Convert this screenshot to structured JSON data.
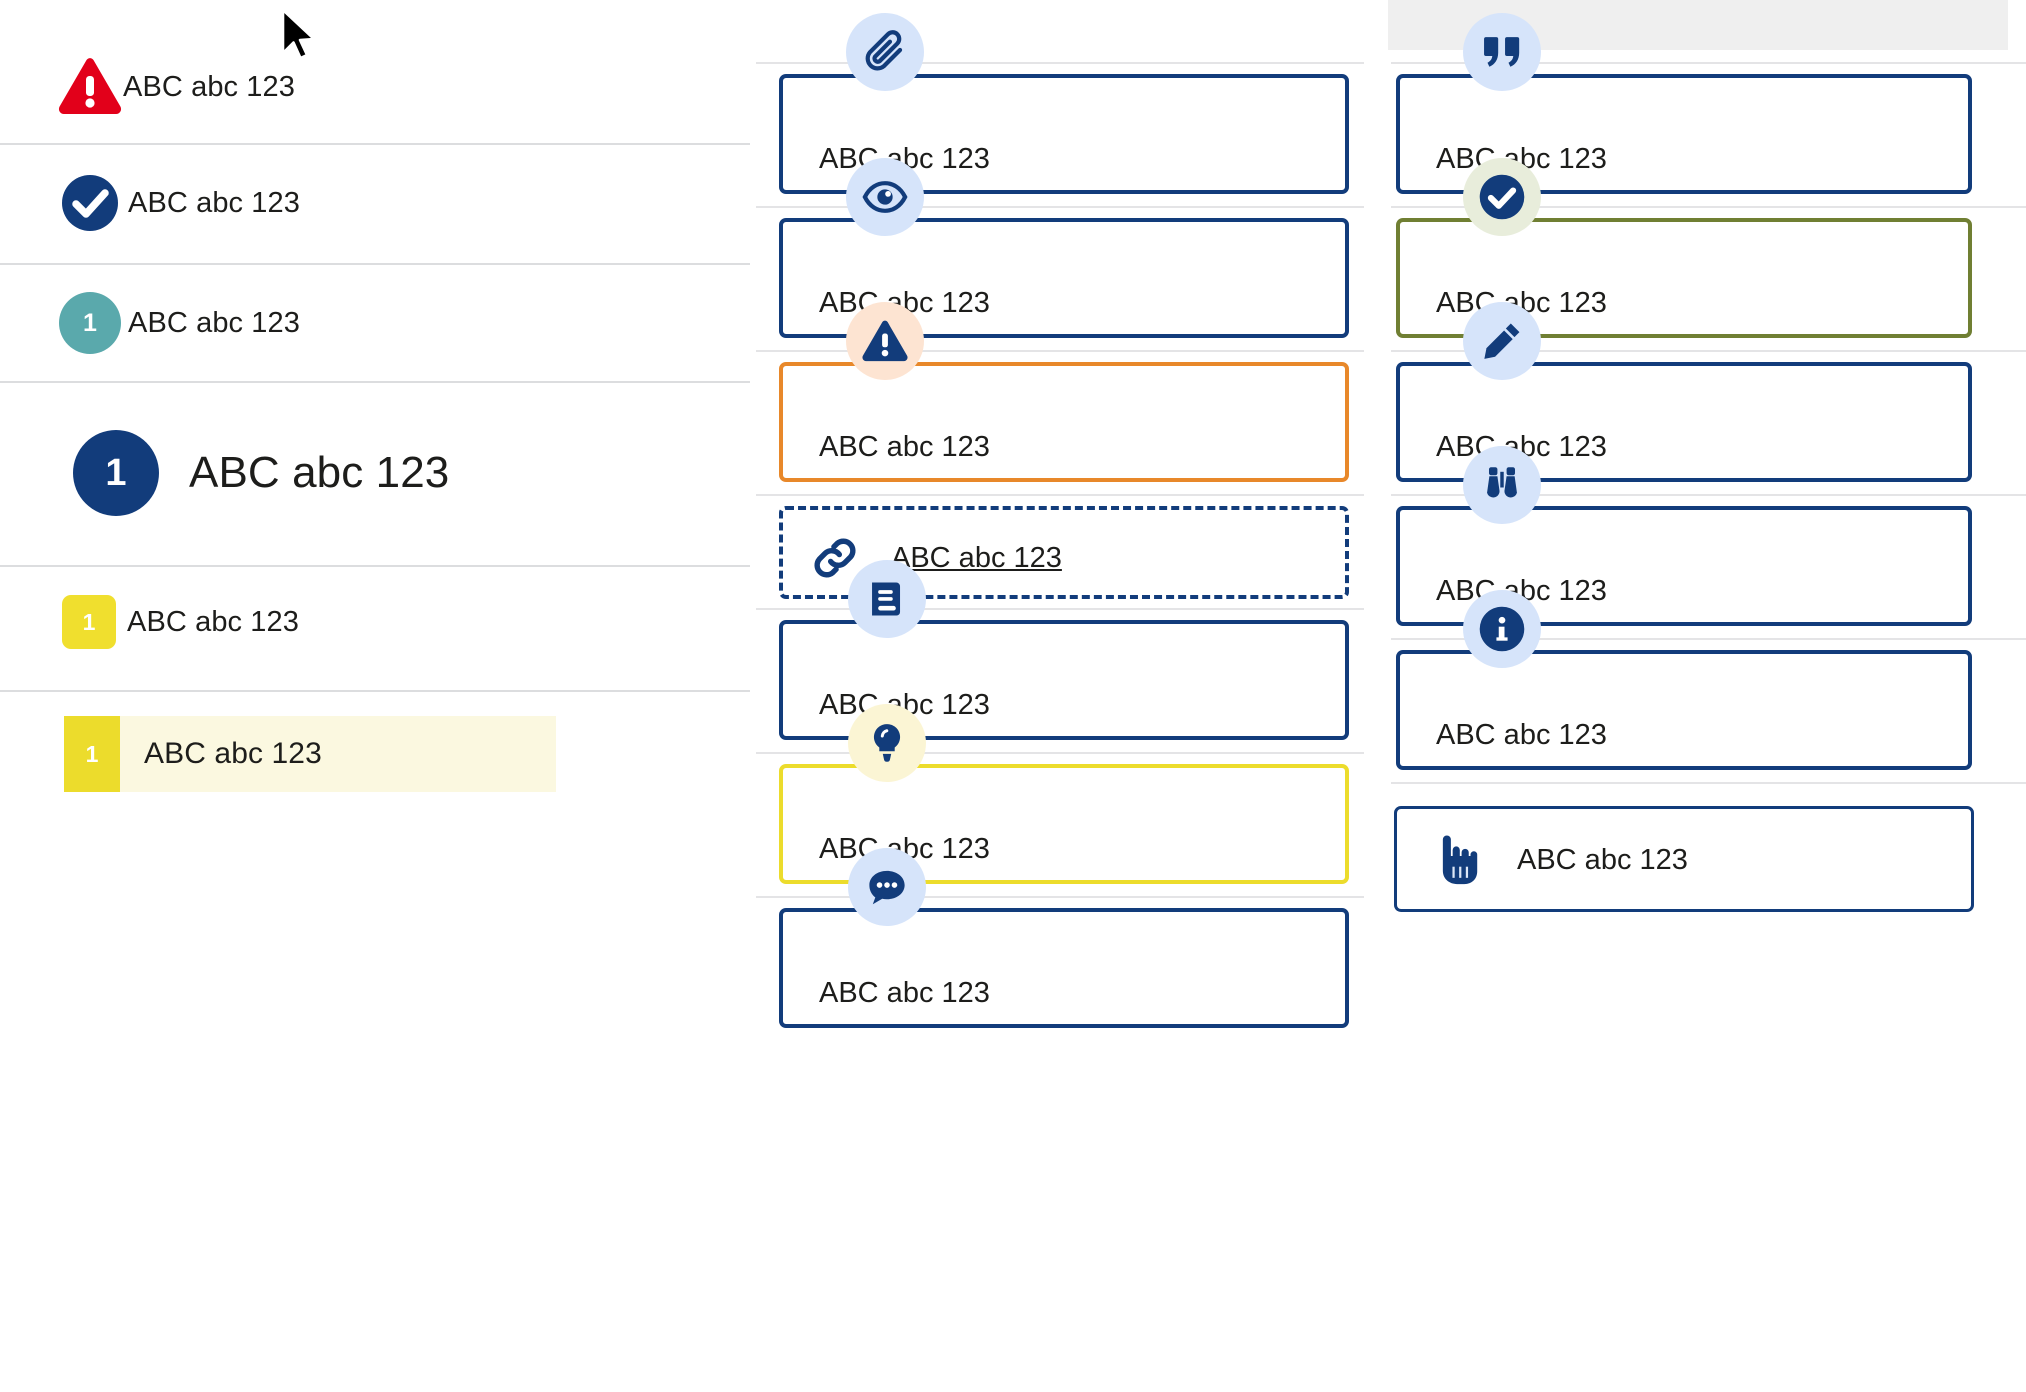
{
  "left_panel": {
    "rows": [
      {
        "label": "ABC abc 123",
        "icon": "warning-triangle-icon",
        "badge_text": ""
      },
      {
        "label": "ABC abc 123",
        "icon": "check-circle-icon",
        "badge_text": ""
      },
      {
        "label": "ABC abc 123",
        "icon": "number-badge-teal",
        "badge_text": "1"
      },
      {
        "label": "ABC abc 123",
        "icon": "number-badge-navy-large",
        "badge_text": "1"
      },
      {
        "label": "ABC abc 123",
        "icon": "number-badge-yellow-square",
        "badge_text": "1"
      },
      {
        "label": "ABC abc 123",
        "icon": "number-badge-yellow-bar",
        "badge_text": "1"
      }
    ]
  },
  "middle_column": {
    "cards": [
      {
        "label": "ABC abc 123",
        "icon": "paperclip-icon",
        "style": "navy"
      },
      {
        "label": "ABC abc 123",
        "icon": "eye-icon",
        "style": "navy"
      },
      {
        "label": "ABC abc 123",
        "icon": "warning-triangle-icon",
        "style": "orange"
      },
      {
        "label": "ABC abc 123",
        "icon": "link-icon",
        "style": "dashed-link"
      },
      {
        "label": "ABC abc 123",
        "icon": "book-icon",
        "style": "navy"
      },
      {
        "label": "ABC abc 123",
        "icon": "lightbulb-icon",
        "style": "yellow"
      },
      {
        "label": "ABC abc 123",
        "icon": "comment-dots-icon",
        "style": "navy"
      }
    ]
  },
  "right_column": {
    "cards": [
      {
        "label": "ABC abc 123",
        "icon": "quote-icon",
        "style": "navy"
      },
      {
        "label": "ABC abc 123",
        "icon": "check-circle-icon",
        "style": "green"
      },
      {
        "label": "ABC abc 123",
        "icon": "pencil-icon",
        "style": "navy"
      },
      {
        "label": "ABC abc 123",
        "icon": "binoculars-icon",
        "style": "navy"
      },
      {
        "label": "ABC abc 123",
        "icon": "info-circle-icon",
        "style": "navy"
      },
      {
        "label": "ABC abc 123",
        "icon": "pointing-hand-icon",
        "style": "navy-inline"
      }
    ]
  },
  "colors": {
    "navy": "#123c7b",
    "red": "#e2001a",
    "teal": "#5aa9ac",
    "yellow": "#ecdc2c",
    "orange": "#e8882a",
    "green": "#707f33",
    "icon_bg_blue": "#d6e4fa",
    "icon_bg_peach": "#fde4d2",
    "icon_bg_green": "#e8eddb",
    "icon_bg_cream": "#fbf5d4",
    "highlight_bg": "#fbf8e0",
    "rule": "#dcdddf"
  }
}
